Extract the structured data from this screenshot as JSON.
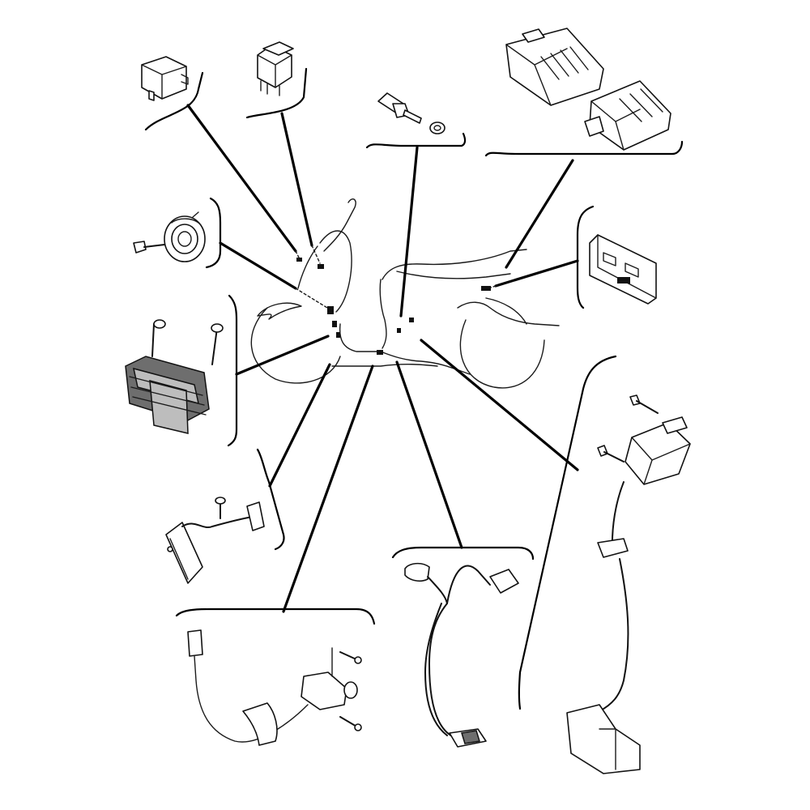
{
  "diagram": {
    "components": [
      {
        "id": "relay-top-left",
        "icon": "relay-icon"
      },
      {
        "id": "relay-top",
        "icon": "relay-icon"
      },
      {
        "id": "neutral-switch",
        "icon": "switch-sensor-icon"
      },
      {
        "id": "ecu-unit",
        "icon": "ecu-icon"
      },
      {
        "id": "horn",
        "icon": "horn-icon"
      },
      {
        "id": "fuse-box",
        "icon": "fuse-box-icon"
      },
      {
        "id": "rectifier-regulator",
        "icon": "rectifier-regulator-icon"
      },
      {
        "id": "speed-sensor",
        "icon": "sensor-icon"
      },
      {
        "id": "sidestand-switch",
        "icon": "switch-icon"
      },
      {
        "id": "oxygen-sensor",
        "icon": "oxygen-sensor-icon"
      },
      {
        "id": "ignition-coil",
        "icon": "ignition-coil-icon"
      }
    ],
    "colors": {
      "line": "#000000",
      "background": "#ffffff",
      "shading": "#6e6e6e"
    }
  }
}
